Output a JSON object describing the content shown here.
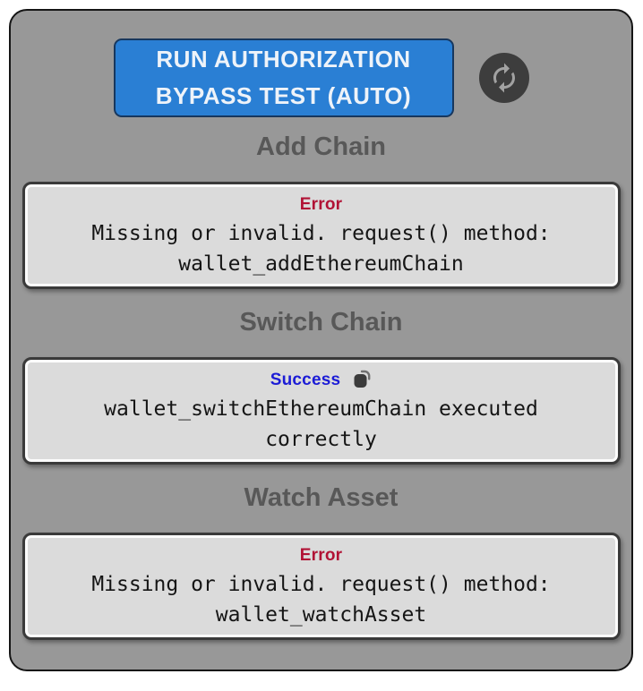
{
  "colors": {
    "canvas_bg": "#ffffff",
    "container_bg": "#989898",
    "container_border": "#151515",
    "card_bg": "#dbdbdb",
    "card_border": "#3a3a3a",
    "button_bg": "#2a7fd4",
    "button_text": "#eef3f9",
    "heading_text": "#585858",
    "error": "#b11235",
    "success": "#1c1cd6",
    "mono_text": "#151515",
    "refresh_circle": "#3d3d3d",
    "refresh_glyph": "#a2a2a2"
  },
  "toolbar": {
    "run_button_line1": "RUN AUTHORIZATION",
    "run_button_line2": "BYPASS TEST (AUTO)",
    "refresh_icon": "sync-icon"
  },
  "sections": [
    {
      "title": "Add Chain",
      "status": "Error",
      "status_color": "#b11235",
      "message": "Missing or invalid. request() method: wallet_addEthereumChain"
    },
    {
      "title": "Switch Chain",
      "status": "Success",
      "status_color": "#1c1cd6",
      "copy_icon": "copy-icon",
      "message": "wallet_switchEthereumChain executed correctly"
    },
    {
      "title": "Watch Asset",
      "status": "Error",
      "status_color": "#b11235",
      "message": "Missing or invalid. request() method: wallet_watchAsset"
    }
  ]
}
